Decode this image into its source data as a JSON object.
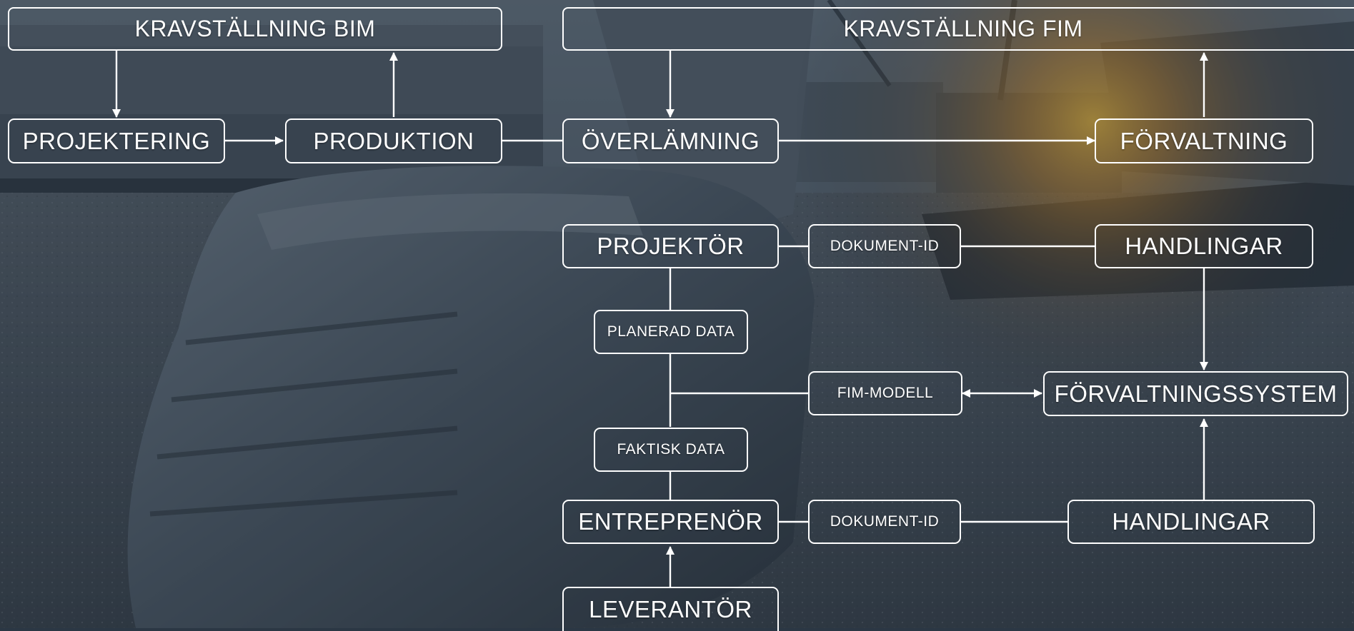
{
  "diagram": {
    "header_bim": "KRAVSTÄLLNING BIM",
    "header_fim": "KRAVSTÄLLNING FIM",
    "projektering": "PROJEKTERING",
    "produktion": "PRODUKTION",
    "overlamning": "ÖVERLÄMNING",
    "forvaltning": "FÖRVALTNING",
    "projektor": "PROJEKTÖR",
    "dokument_id_top": "DOKUMENT-ID",
    "handlingar_top": "HANDLINGAR",
    "planerad_data": "PLANERAD DATA",
    "fim_modell": "FIM-MODELL",
    "forvaltningssystem": "FÖRVALTNINGSSYSTEM",
    "faktisk_data": "FAKTISK DATA",
    "entreprenor": "ENTREPRENÖR",
    "dokument_id_bottom": "DOKUMENT-ID",
    "handlingar_bottom": "HANDLINGAR",
    "leverantor": "LEVERANTÖR"
  },
  "colors": {
    "line": "#ffffff",
    "overlay": "#1f2c3a",
    "sun_glow": "#f0a020"
  }
}
